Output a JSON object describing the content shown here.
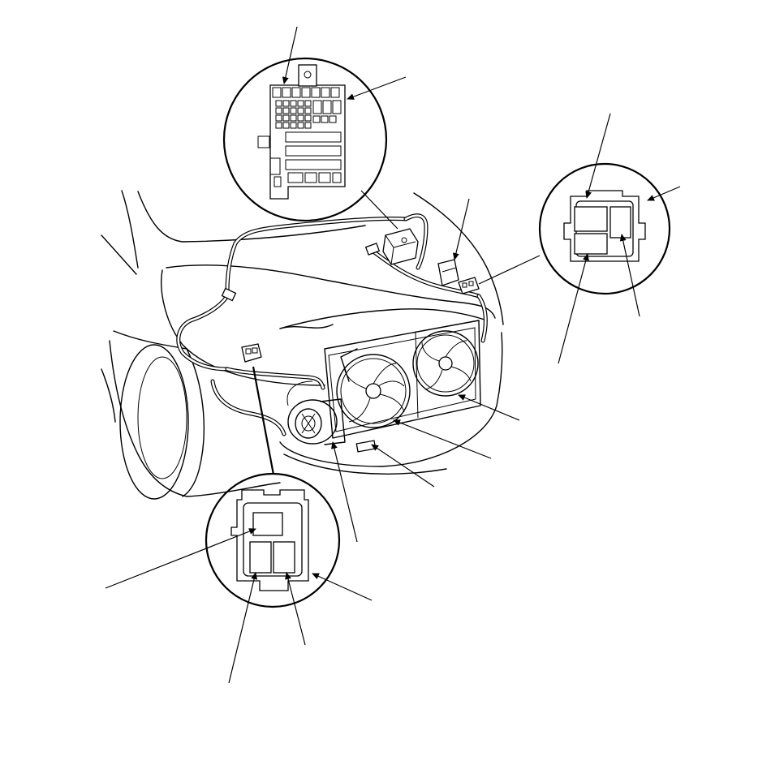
{
  "figure": {
    "text": "",
    "accent_color": "#000000",
    "background_color": "#ffffff"
  },
  "components": [
    {
      "id": "under-dash-fuse-box",
      "icon": "fuse-relay-box-icon"
    },
    {
      "id": "connector-upper-right",
      "icon": "4-pin-connector-icon"
    },
    {
      "id": "connector-lower-left",
      "icon": "3-pin-connector-icon"
    },
    {
      "id": "radiator-fan",
      "icon": "fan-icon"
    },
    {
      "id": "condenser-fan",
      "icon": "fan-icon"
    },
    {
      "id": "ac-compressor",
      "icon": "compressor-icon"
    }
  ]
}
